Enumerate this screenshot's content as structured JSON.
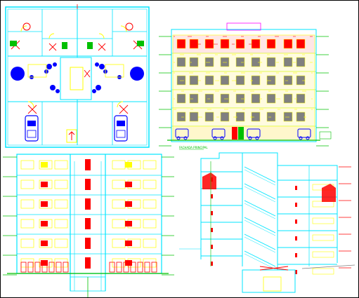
{
  "sheet": {
    "background": "#ffffff",
    "frame_color": "#000000",
    "wall_color": "#00e5ff",
    "accent_red": "#ff0000",
    "accent_yellow": "#ffff00",
    "accent_green": "#00c000",
    "accent_blue": "#0000ff",
    "accent_magenta": "#ff00ff",
    "accent_gray": "#808080"
  },
  "views": {
    "plan": {
      "rooms_icon": "car-icon",
      "trees_icon": "tree-icon"
    },
    "front_elevation": {
      "floors": 5,
      "caption": "FACHADA PRINCIPAL"
    },
    "side_elevation": {
      "floors": 5
    },
    "section": {
      "floors": 5
    }
  }
}
